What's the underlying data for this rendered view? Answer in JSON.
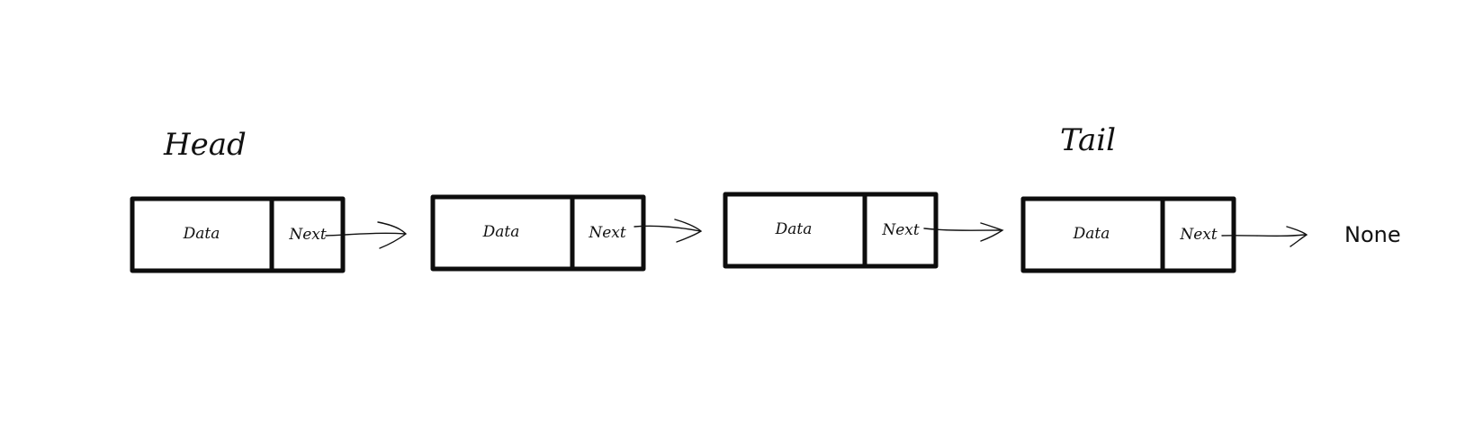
{
  "diagram": {
    "head_label": "Head",
    "tail_label": "Tail",
    "nodes": [
      {
        "data_label": "Data",
        "next_label": "Next"
      },
      {
        "data_label": "Data",
        "next_label": "Next"
      },
      {
        "data_label": "Data",
        "next_label": "Next"
      },
      {
        "data_label": "Data",
        "next_label": "Next"
      }
    ],
    "terminal_label": "None"
  }
}
